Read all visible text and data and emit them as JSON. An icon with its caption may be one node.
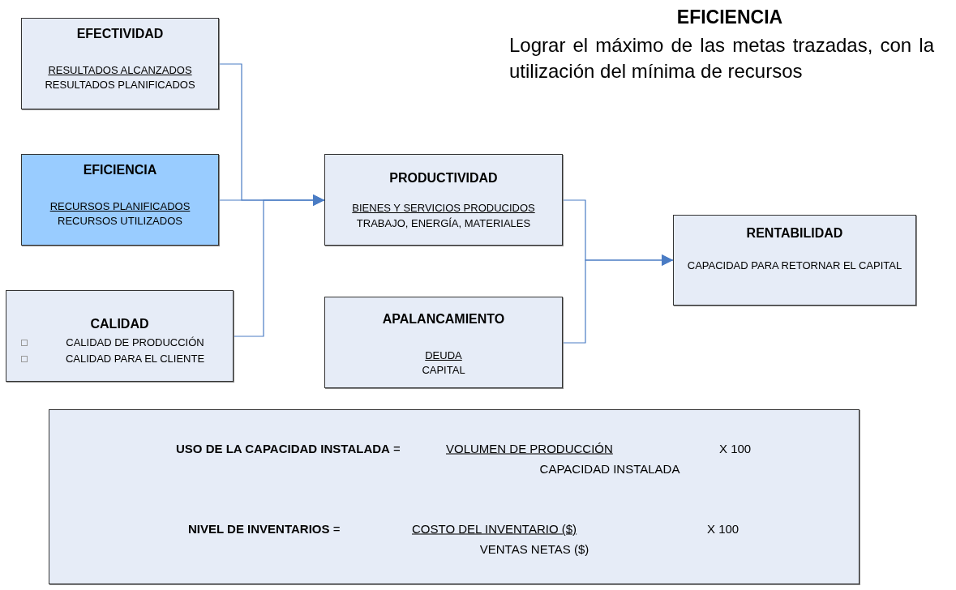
{
  "diagram": {
    "title": "EFICIENCIA",
    "nodes": [
      {
        "text": [
          "EFECTIVIDAD",
          "RESULTADOS ALCANZADOS",
          "RESULTADOS PLANIFICADOS"
        ]
      },
      {
        "text": [
          "EFICIENCIA",
          "RECURSOS PLANIFICADOS",
          "RECURSOS UTILIZADOS"
        ]
      },
      {
        "text": [
          "CALIDAD",
          "CALIDAD DE PRODUCCIÓN",
          "CALIDAD PARA EL CLIENTE"
        ]
      },
      {
        "text": [
          "PRODUCTIVIDAD",
          "BIENES Y SERVICIOS PRODUCIDOS",
          "TRABAJO, ENERGÍA, MATERIALES"
        ]
      },
      {
        "text": [
          "APALANCAMIENTO",
          "DEUDA",
          "CAPITAL"
        ]
      },
      {
        "text": [
          "RENTABILIDAD",
          "CAPACIDAD PARA RETORNAR EL CAPITAL"
        ]
      },
      {
        "text": [
          "**USO DE LA CAPACIDAD INSTALADA** =",
          "VOLUMEN DE PRODUCCIÓN",
          "CAPACIDAD INSTALADA",
          "X 100",
          "**NIVEL DE INVENTARIOS** =",
          "COSTO DEL INVENTARIO ($)",
          "VENTAS NETAS ($)",
          "X 100"
        ]
      }
    ],
    "edges": [
      {
        "from": 0,
        "to": 3,
        "arrow": "to"
      },
      {
        "from": 1,
        "to": 3,
        "arrow": "to"
      },
      {
        "from": 2,
        "to": 3,
        "arrow": "to"
      },
      {
        "from": 3,
        "to": 5,
        "arrow": "to"
      },
      {
        "from": 4,
        "to": 5,
        "arrow": "to"
      }
    ],
    "labels": [
      "Lograr el máximo de las metas trazadas, con la utilización del mínima de recursos"
    ]
  }
}
